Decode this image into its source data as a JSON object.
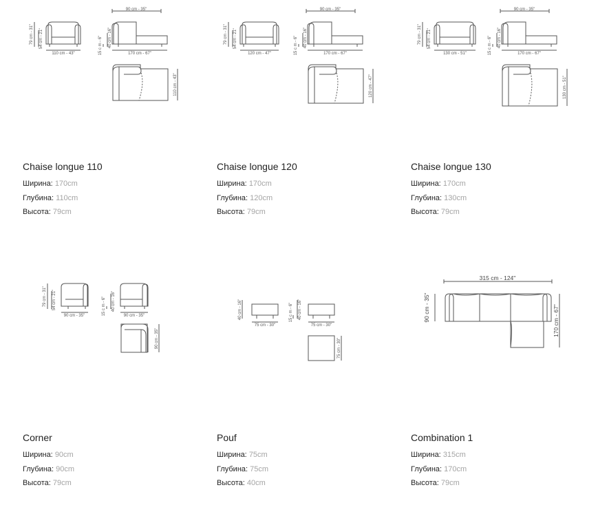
{
  "colors": {
    "text": "#222222",
    "value_text": "#a4a4a4",
    "drawing_stroke": "#555555"
  },
  "products": [
    {
      "title": "Chaise longue 110",
      "specs": [
        {
          "label": "Ширина:",
          "value": "170cm"
        },
        {
          "label": "Глубина:",
          "value": "110cm"
        },
        {
          "label": "Высота:",
          "value": "79cm"
        }
      ],
      "dims": {
        "top_width": "90 cm - 35\"",
        "height_total": "79 cm - 31\"",
        "height_seat": "54 cm - 21\"",
        "front_width": "110 cm - 43\"",
        "leg_h": "15 c m - 6\"",
        "seat_h": "40 cm - 16\"",
        "side_length": "170 cm - 67\"",
        "depth": "110 cm - 43\""
      }
    },
    {
      "title": "Chaise longue 120",
      "specs": [
        {
          "label": "Ширина:",
          "value": "170cm"
        },
        {
          "label": "Глубина:",
          "value": "120cm"
        },
        {
          "label": "Высота:",
          "value": "79cm"
        }
      ],
      "dims": {
        "top_width": "90 cm - 35\"",
        "height_total": "79 cm - 31\"",
        "height_seat": "54 cm - 21\"",
        "front_width": "120 cm - 47\"",
        "leg_h": "15 c m - 6\"",
        "seat_h": "40 cm - 16\"",
        "side_length": "170 cm - 67\"",
        "depth": "120 cm - 47\""
      }
    },
    {
      "title": "Chaise longue 130",
      "specs": [
        {
          "label": "Ширина:",
          "value": "170cm"
        },
        {
          "label": "Глубина:",
          "value": "130cm"
        },
        {
          "label": "Высота:",
          "value": "79cm"
        }
      ],
      "dims": {
        "top_width": "90 cm - 35\"",
        "height_total": "79 cm - 31\"",
        "height_seat": "54 cm - 21\"",
        "front_width": "130 cm - 51\"",
        "leg_h": "15 c m - 6\"",
        "seat_h": "40 cm - 16\"",
        "side_length": "170 cm - 67\"",
        "depth": "130 cm - 51\""
      }
    },
    {
      "title": "Corner",
      "specs": [
        {
          "label": "Ширина:",
          "value": "90cm"
        },
        {
          "label": "Глубина:",
          "value": "90cm"
        },
        {
          "label": "Высота:",
          "value": "79cm"
        }
      ],
      "dims": {
        "height_total": "79 cm - 31\"",
        "height_seat": "54 cm - 21\"",
        "front_width": "90 cm - 35\"",
        "leg_h": "15 c m - 6\"",
        "seat_h": "40 cm - 16\"",
        "side_width": "90 cm - 35\"",
        "depth": "90 cm - 35\""
      }
    },
    {
      "title": "Pouf",
      "specs": [
        {
          "label": "Ширина:",
          "value": "75cm"
        },
        {
          "label": "Глубина:",
          "value": "75cm"
        },
        {
          "label": "Высота:",
          "value": "40cm"
        }
      ],
      "dims": {
        "seat_h": "40 cm - 16\"",
        "front_width": "75 cm - 30\"",
        "leg_h": "15 c m - 6\"",
        "seat_h2": "40 cm - 16\"",
        "side_width": "75 cm - 30\"",
        "depth": "75 cm - 30\""
      }
    },
    {
      "title": "Combination 1",
      "specs": [
        {
          "label": "Ширина:",
          "value": "315cm"
        },
        {
          "label": "Глубина:",
          "value": "170cm"
        },
        {
          "label": "Высота:",
          "value": "79cm"
        }
      ],
      "dims": {
        "width": "315 cm - 124\"",
        "depth_left": "90 cm - 35\"",
        "depth_right": "170 cm - 67\""
      }
    }
  ]
}
